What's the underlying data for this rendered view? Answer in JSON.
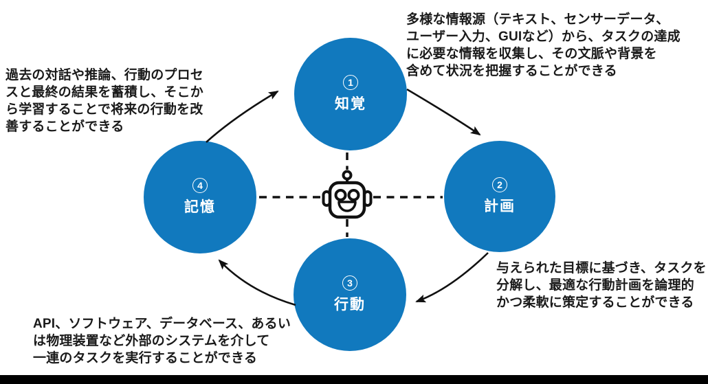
{
  "diagram": {
    "accent_color": "#1179BE",
    "center_icon": "robot-face-icon",
    "nodes": [
      {
        "id": "perception",
        "number": "1",
        "label": "知覚"
      },
      {
        "id": "planning",
        "number": "2",
        "label": "計画"
      },
      {
        "id": "action",
        "number": "3",
        "label": "行動"
      },
      {
        "id": "memory",
        "number": "4",
        "label": "記憶"
      }
    ],
    "notes": {
      "perception": [
        "多様な情報源（テキスト、センサーデータ、",
        "ユーザー入力、GUIなど）から、タスクの達成",
        "に必要な情報を収集し、その文脈や背景を",
        "含めて状況を把握することができる"
      ],
      "planning": [
        "与えられた目標に基づき、タスクを",
        "分解し、最適な行動計画を論理的",
        "かつ柔軟に策定することができる"
      ],
      "action": [
        "API、ソフトウェア、データベース、あるい",
        "は物理装置など外部のシステムを介して",
        "一連のタスクを実行することができる"
      ],
      "memory": [
        "過去の対話や推論、行動のプロセ",
        "スと最終の結果を蓄積し、そこか",
        "ら学習することで将来の行動を改",
        "善することができる"
      ]
    }
  }
}
